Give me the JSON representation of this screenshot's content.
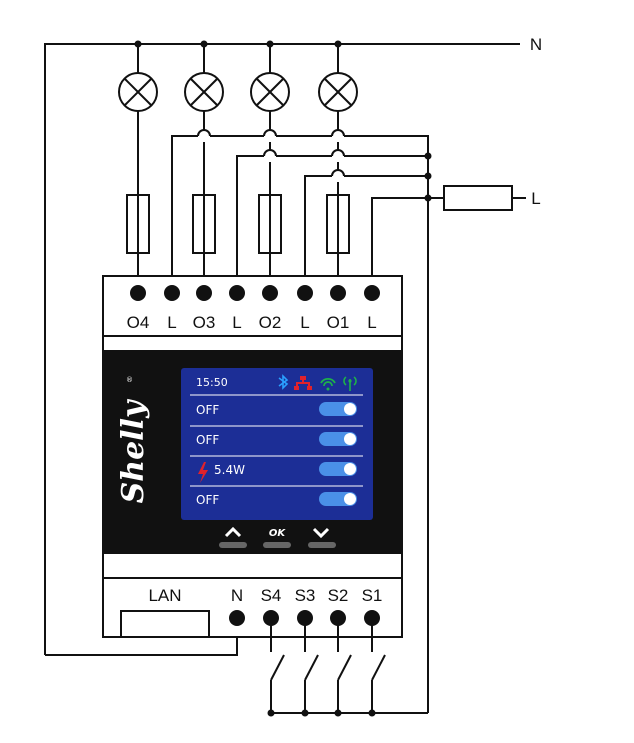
{
  "lines": {
    "neutral": "N",
    "live": "L"
  },
  "terminals_top": [
    "O4",
    "L",
    "O3",
    "L",
    "O2",
    "L",
    "O1",
    "L"
  ],
  "terminals_bottom": [
    "LAN",
    "N",
    "S4",
    "S3",
    "S2",
    "S1"
  ],
  "device": {
    "brand": "Shelly",
    "screen": {
      "time": "15:50",
      "rows": [
        {
          "label": "OFF",
          "power": false
        },
        {
          "label": "OFF",
          "power": false
        },
        {
          "label": "5.4W",
          "power": true
        },
        {
          "label": "OFF",
          "power": false
        }
      ],
      "button_ok": "OK"
    }
  },
  "colors": {
    "screen_bg": "#1c2e96",
    "device_panel": "#111111",
    "bluetooth": "#2aa0ff",
    "network": "#e0222c",
    "wifi": "#1db14a",
    "antenna": "#1db14a",
    "power_bolt": "#e0222c",
    "toggle_track": "#4a90e8"
  }
}
